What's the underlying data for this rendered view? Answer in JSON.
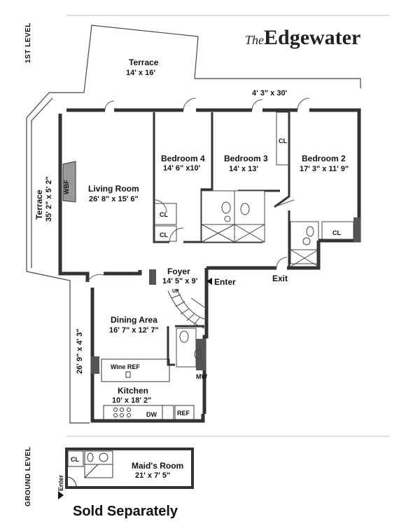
{
  "brand": {
    "prefix": "The",
    "name": "Edgewater"
  },
  "levels": {
    "first": "1ST LEVEL",
    "ground": "GROUND LEVEL"
  },
  "rooms": {
    "terrace_top": {
      "name": "Terrace",
      "dim": "14' x 16'"
    },
    "terrace_strip": {
      "dim": "4' 3\" x 30'"
    },
    "terrace_side": {
      "name": "Terrace",
      "dim": "35' 2\" x 5' 2\""
    },
    "terrace_left_lower": {
      "dim": "26' 9\" x 4' 3\""
    },
    "living": {
      "name": "Living Room",
      "dim": "26' 8\" x 15' 6\""
    },
    "bed4": {
      "name": "Bedroom 4",
      "dim": "14' 6\" x10'"
    },
    "bed3": {
      "name": "Bedroom 3",
      "dim": "14' x 13'"
    },
    "bed2": {
      "name": "Bedroom 2",
      "dim": "17' 3\" x 11' 9\""
    },
    "foyer": {
      "name": "Foyer",
      "dim": "14' 5\" x 9'"
    },
    "dining": {
      "name": "Dining Area",
      "dim": "16' 7\" x 12' 7\""
    },
    "kitchen": {
      "name": "Kitchen",
      "dim": "10' x 18' 2\""
    },
    "maid": {
      "name": "Maid's Room",
      "dim": "21' x 7' 5\""
    }
  },
  "fixtures": {
    "wbf": "WBF",
    "cl": "CL",
    "up": "UP",
    "wine_ref": "Wine REF",
    "dw": "DW",
    "ref": "REF",
    "mw": "MW"
  },
  "labels": {
    "enter": "Enter",
    "exit": "Exit",
    "sold_separately": "Sold Separately"
  }
}
